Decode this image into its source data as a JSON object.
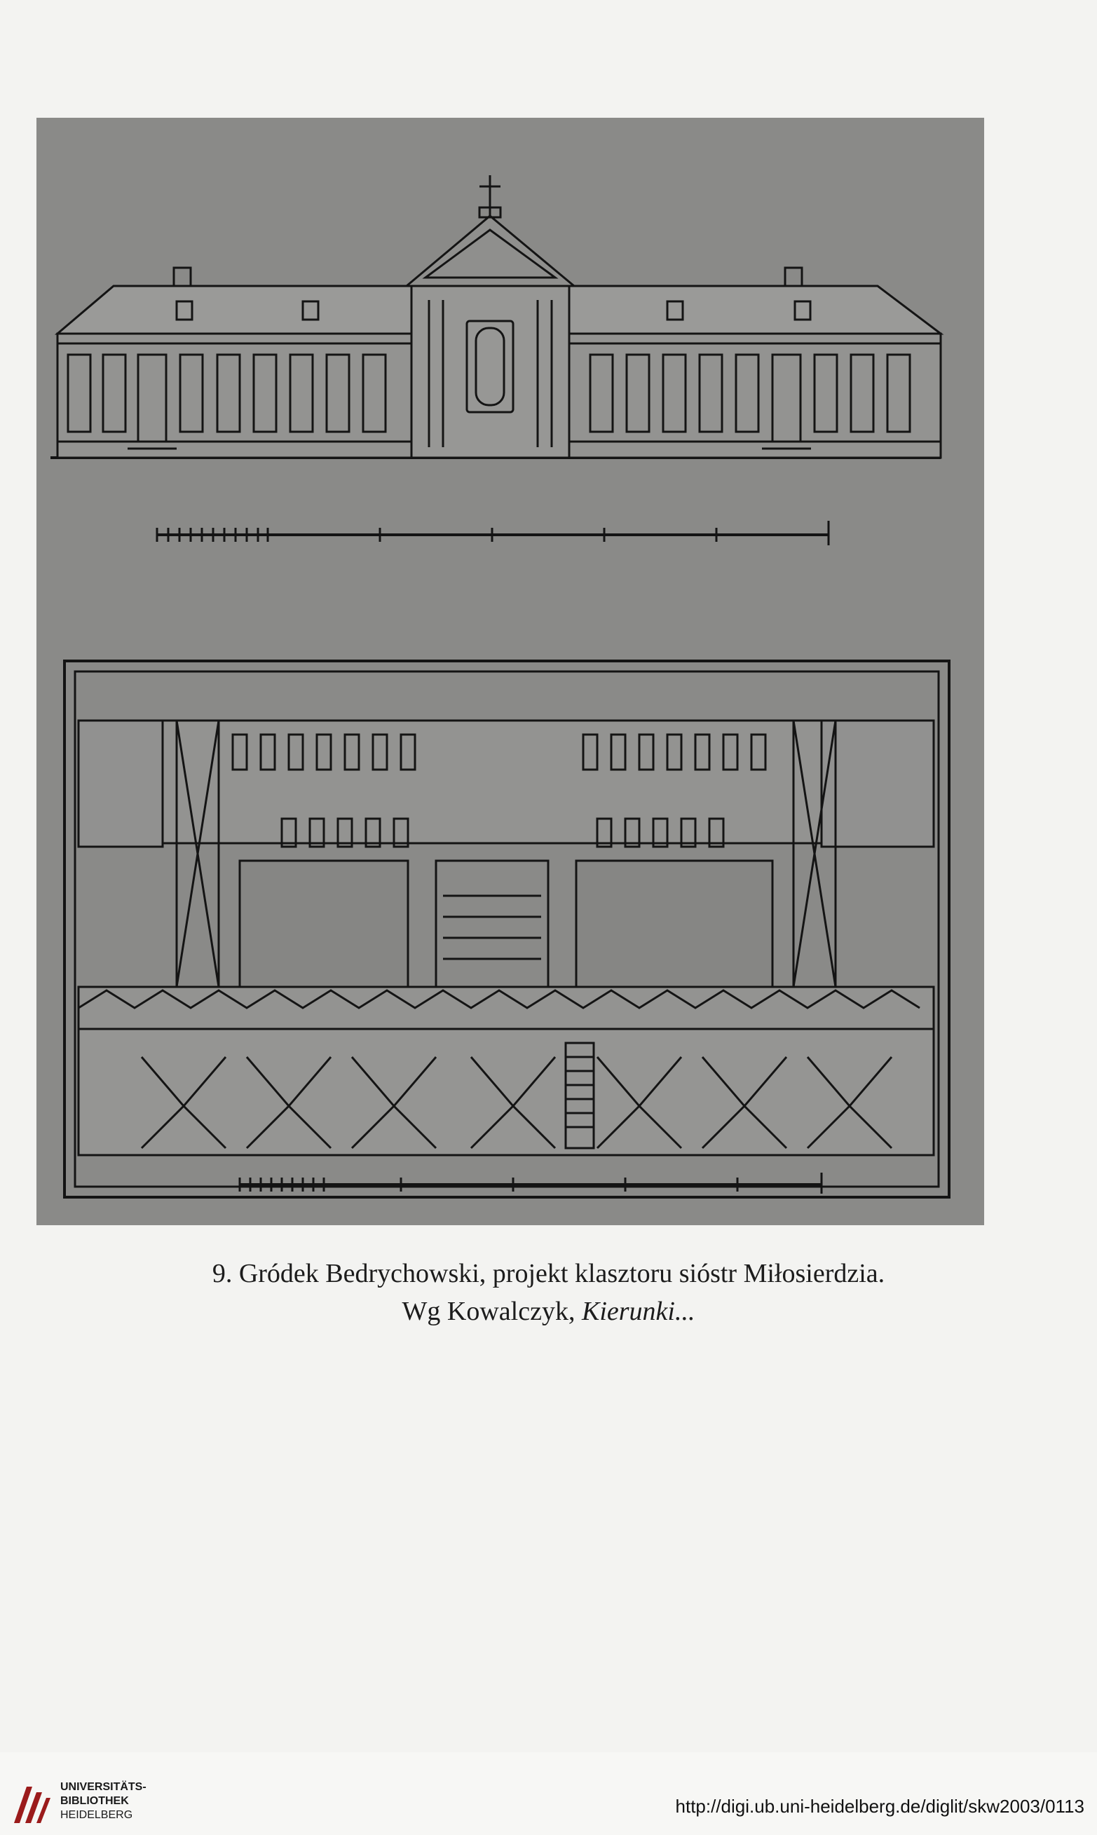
{
  "caption": {
    "line1": "9. Gródek Bedrychowski, projekt klasztoru sióstr Miłosierdzia.",
    "line2_prefix": "Wg Kowalczyk, ",
    "line2_italic": "Kierunki..."
  },
  "footer": {
    "logo_lines": [
      "UNIVERSITÄTS-",
      "BIBLIOTHEK",
      "HEIDELBERG"
    ],
    "url": "http://digi.ub.uni-heidelberg.de/diglit/skw2003/0113"
  },
  "colors": {
    "page": "#f3f3f1",
    "plate": "#8a8a88",
    "ink": "#111111",
    "logo_red": "#9b1b1b"
  }
}
